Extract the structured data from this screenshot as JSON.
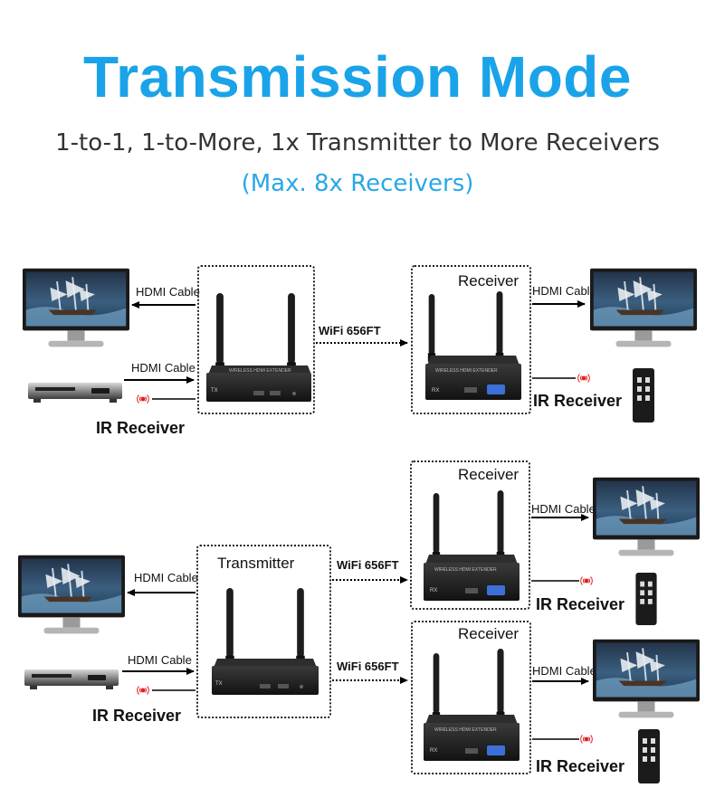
{
  "header": {
    "title": "Transmission Mode",
    "subtitle": "1-to-1, 1-to-More, 1x Transmitter to More Receivers",
    "note": "(Max. 8x Receivers)"
  },
  "top_scenario": {
    "hdmi_out_label": "HDMI Cable",
    "hdmi_in_label": "HDMI Cable",
    "tx_ir_label": "IR Receiver",
    "wifi_label": "WiFi 656FT",
    "receiver_title": "Receiver",
    "rx_hdmi_label": "HDMI Cable",
    "rx_ir_label": "IR Receiver"
  },
  "bottom_scenario": {
    "transmitter_title": "Transmitter",
    "hdmi_out_label": "HDMI Cable",
    "hdmi_in_label": "HDMI Cable",
    "tx_ir_label": "IR Receiver",
    "wifi_label_1": "WiFi 656FT",
    "wifi_label_2": "WiFi 656FT",
    "receiver_1_title": "Receiver",
    "receiver_1_hdmi_label": "HDMI Cable",
    "receiver_1_ir_label": "IR Receiver",
    "receiver_2_title": "Receiver",
    "receiver_2_hdmi_label": "HDMI Cable",
    "receiver_2_ir_label": "IR Receiver"
  },
  "device": {
    "panel_text": "WIRELESS HDMI EXTENDER",
    "tx_mark": "TX",
    "rx_mark": "RX"
  },
  "colors": {
    "accent": "#1aa3e8",
    "ir_red": "#e02020"
  }
}
